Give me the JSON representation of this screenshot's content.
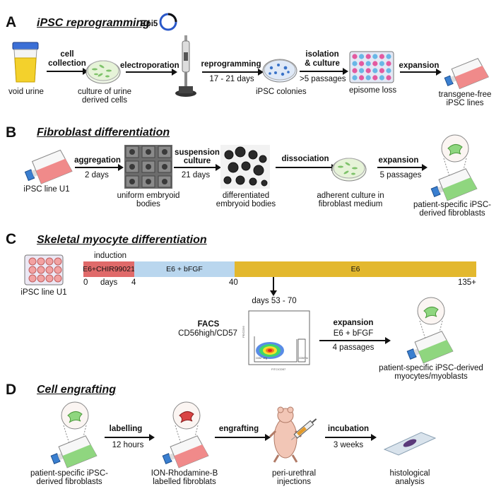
{
  "panels": {
    "a": {
      "letter": "A",
      "title": "iPSC reprogramming"
    },
    "b": {
      "letter": "B",
      "title": "Fibroblast differentiation"
    },
    "c": {
      "letter": "C",
      "title": "Skeletal myocyte differentiation"
    },
    "d": {
      "letter": "D",
      "title": "Cell engrafting"
    }
  },
  "a": {
    "void_urine": "void urine",
    "cell_collection_1": "cell",
    "cell_collection_2": "collection",
    "culture_1": "culture of urine",
    "culture_2": "derived cells",
    "epi5": "Epi5",
    "electroporation": "electroporation",
    "reprogramming": "reprogramming",
    "reprog_days": "17 - 21 days",
    "ipsc_colonies": "iPSC colonies",
    "isolation_1": "isolation",
    "isolation_2": "& culture",
    "passages": ">5 passages",
    "episome_loss": "episome loss",
    "expansion": "expansion",
    "tf_1": "transgene-free",
    "tf_2": "iPSC lines"
  },
  "b": {
    "ipsc_line": "iPSC line U1",
    "aggregation": "aggregation",
    "agg_days": "2 days",
    "ueb_1": "uniform embryoid",
    "ueb_2": "bodies",
    "suspension_1": "suspension",
    "suspension_2": "culture",
    "susp_days": "21 days",
    "deb_1": "differentiated",
    "deb_2": "embryoid bodies",
    "dissociation": "dissociation",
    "adh_1": "adherent culture in",
    "adh_2": "fibroblast medium",
    "expansion": "expansion",
    "passages": "5 passages",
    "pf_1": "patient-specific iPSC-",
    "pf_2": "derived fibroblasts"
  },
  "c": {
    "ipsc_line": "iPSC line U1",
    "induction": "induction",
    "seg1": "E6+CHIR99021",
    "seg2": "E6 + bFGF",
    "seg3": "E6",
    "t0": "0",
    "days": "days",
    "t4": "4",
    "t40": "40",
    "t135": "135+",
    "days_range": "days 53 - 70",
    "facs": "FACS",
    "facs_sub": "CD56high/CD57",
    "expansion": "expansion",
    "medium": "E6 + bFGF",
    "passages": "4 passages",
    "pm_1": "patient-specific iPSC-derived",
    "pm_2": "myocytes/myoblasts",
    "plot_ylabel": "PE/CD56",
    "plot_xlabel": "FITC/CD57",
    "gate1": "CD57 neg",
    "gate2": "CD57 hi"
  },
  "d": {
    "pf_1": "patient-specific iPSC-",
    "pf_2": "derived fibroblasts",
    "labelling": "labelling",
    "lab_time": "12 hours",
    "ion_1": "ION-Rhodamine-B",
    "ion_2": "labelled fibroblats",
    "engrafting": "engrafting",
    "peri_1": "peri-urethral",
    "peri_2": "injections",
    "incubation": "incubation",
    "inc_time": "3 weeks",
    "hist_1": "histological",
    "hist_2": "analysis"
  },
  "colors": {
    "timeline_seg1": "#e06a6a",
    "timeline_seg2": "#b9d6ee",
    "timeline_seg3": "#e3b82e",
    "flask_pink": "#f08a8a",
    "flask_green": "#8fd67f",
    "cap_blue": "#3a7fd0"
  }
}
